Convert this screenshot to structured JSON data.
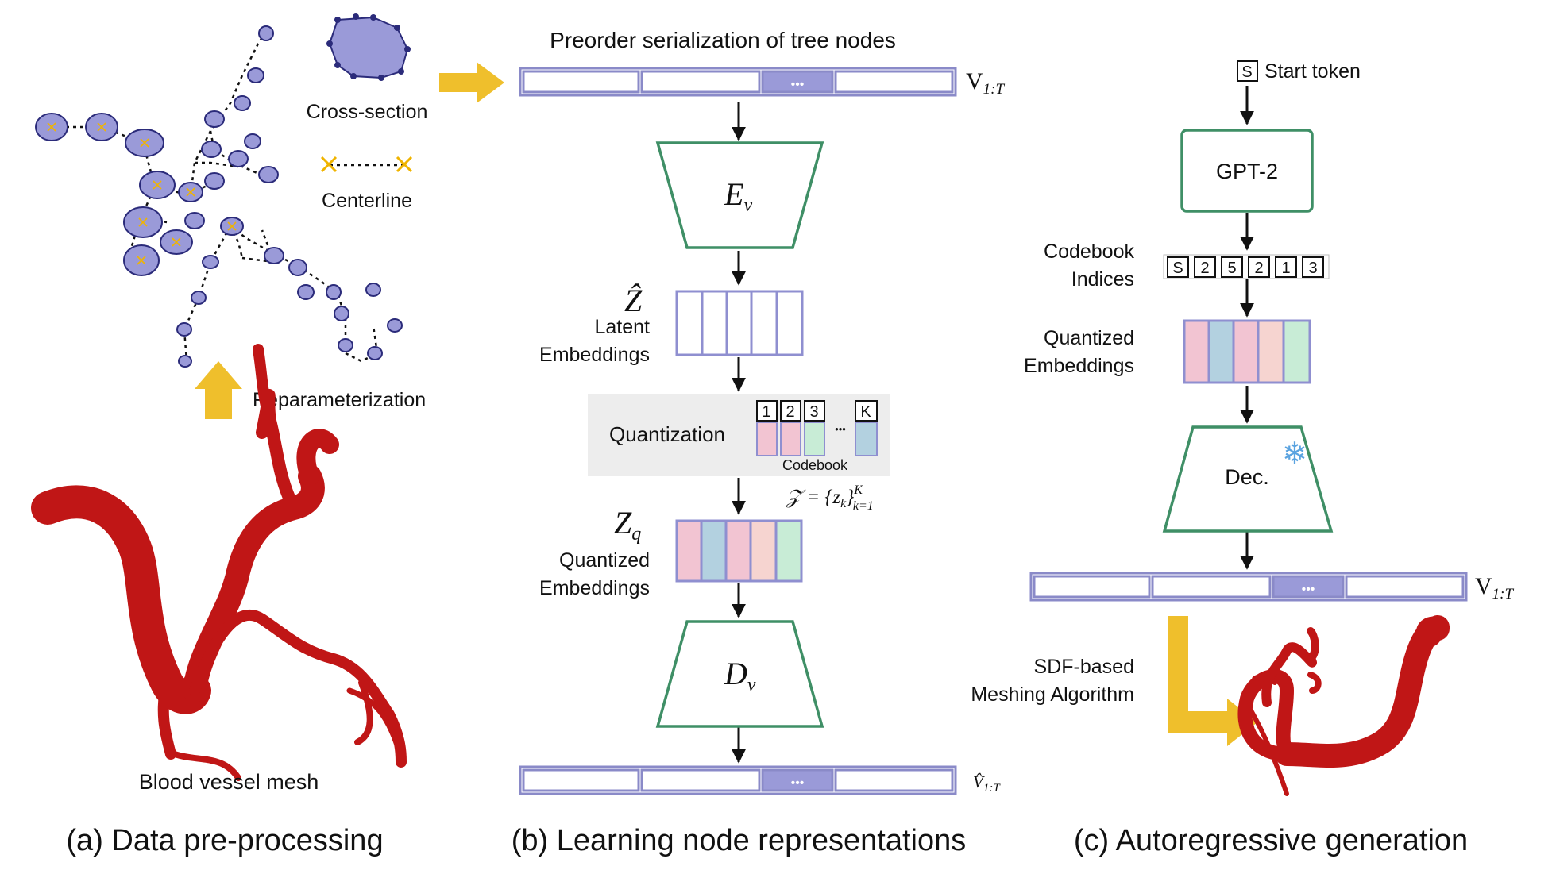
{
  "colors": {
    "node_fill": "#9a9ad8",
    "node_stroke": "#2b2b7a",
    "centerline_marker": "#f0b400",
    "arrow_yellow": "#efbf2c",
    "box_green": "#3f8f66",
    "seq_stroke": "#8a8ac8",
    "seq_dots_fill": "#9a9ad8",
    "latent_stroke": "#8f8fd0",
    "vessel_red": "#c01616",
    "quant_bg": "#ededed",
    "emb_pink": "#f2c4d2",
    "emb_blue": "#b3d1e0",
    "emb_peach": "#f6d4d0",
    "emb_green": "#c8ecd6",
    "snowflake": "#5aa3e0"
  },
  "panel_a": {
    "cross_section_label": "Cross-section",
    "centerline_label": "Centerline",
    "reparam_label": "Reparameterization",
    "mesh_label": "Blood vessel mesh",
    "caption": "(a) Data pre-processing"
  },
  "panel_b": {
    "title": "Preorder serialization of tree nodes",
    "dots": "•••",
    "seq_label_main": "V",
    "seq_label_sub": "1:T",
    "encoder_main": "E",
    "encoder_sub": "v",
    "latent_symbol": "Ẑ",
    "latent_label_1": "Latent",
    "latent_label_2": "Embeddings",
    "quantization_label": "Quantization",
    "codebook_indices": [
      "1",
      "2",
      "3",
      "K"
    ],
    "codebook_ellipsis": "•••",
    "codebook_label": "Codebook",
    "codebook_formula": "𝒵 = {z",
    "codebook_formula_sub": "k",
    "codebook_formula_end": "}",
    "codebook_formula_sup": "K",
    "codebook_formula_sub2": "k=1",
    "zq_main": "Z",
    "zq_sub": "q",
    "quantized_label_1": "Quantized",
    "quantized_label_2": "Embeddings",
    "decoder_main": "D",
    "decoder_sub": "v",
    "output_main": "V̂",
    "output_sub": "1:T",
    "caption": "(b) Learning node representations"
  },
  "panel_c": {
    "start_token_box": "S",
    "start_token_label": "Start token",
    "gpt_label": "GPT-2",
    "indices_label_1": "Codebook",
    "indices_label_2": "Indices",
    "index_tokens": [
      "S",
      "2",
      "5",
      "2",
      "1",
      "3"
    ],
    "quantized_label_1": "Quantized",
    "quantized_label_2": "Embeddings",
    "snowflake_icon": "❄",
    "decoder_label": "Dec.",
    "dots": "•••",
    "seq_label_main": "V",
    "seq_label_sub": "1:T",
    "meshing_label_1": "SDF-based",
    "meshing_label_2": "Meshing Algorithm",
    "caption": "(c) Autoregressive  generation"
  }
}
